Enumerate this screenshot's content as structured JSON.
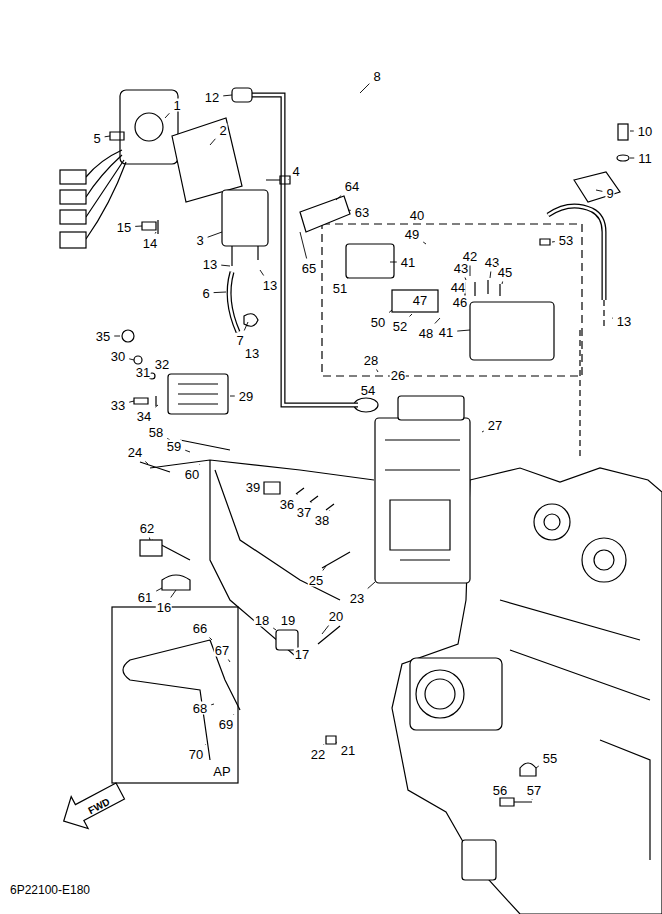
{
  "diagram": {
    "labels": [
      "1",
      "2",
      "3",
      "4",
      "5",
      "6",
      "7",
      "8",
      "9",
      "10",
      "11",
      "12",
      "13",
      "13",
      "13",
      "13",
      "14",
      "15",
      "16",
      "17",
      "18",
      "19",
      "20",
      "21",
      "22",
      "23",
      "24",
      "25",
      "26",
      "27",
      "28",
      "29",
      "30",
      "31",
      "32",
      "33",
      "34",
      "35",
      "36",
      "37",
      "38",
      "39",
      "40",
      "41",
      "41",
      "42",
      "43",
      "43",
      "44",
      "45",
      "46",
      "47",
      "48",
      "49",
      "50",
      "51",
      "52",
      "53",
      "54",
      "55",
      "56",
      "57",
      "58",
      "59",
      "60",
      "61",
      "62",
      "63",
      "64",
      "65",
      "66",
      "67",
      "68",
      "69",
      "70",
      "AP",
      "FWD",
      "6P22100-E180"
    ]
  }
}
